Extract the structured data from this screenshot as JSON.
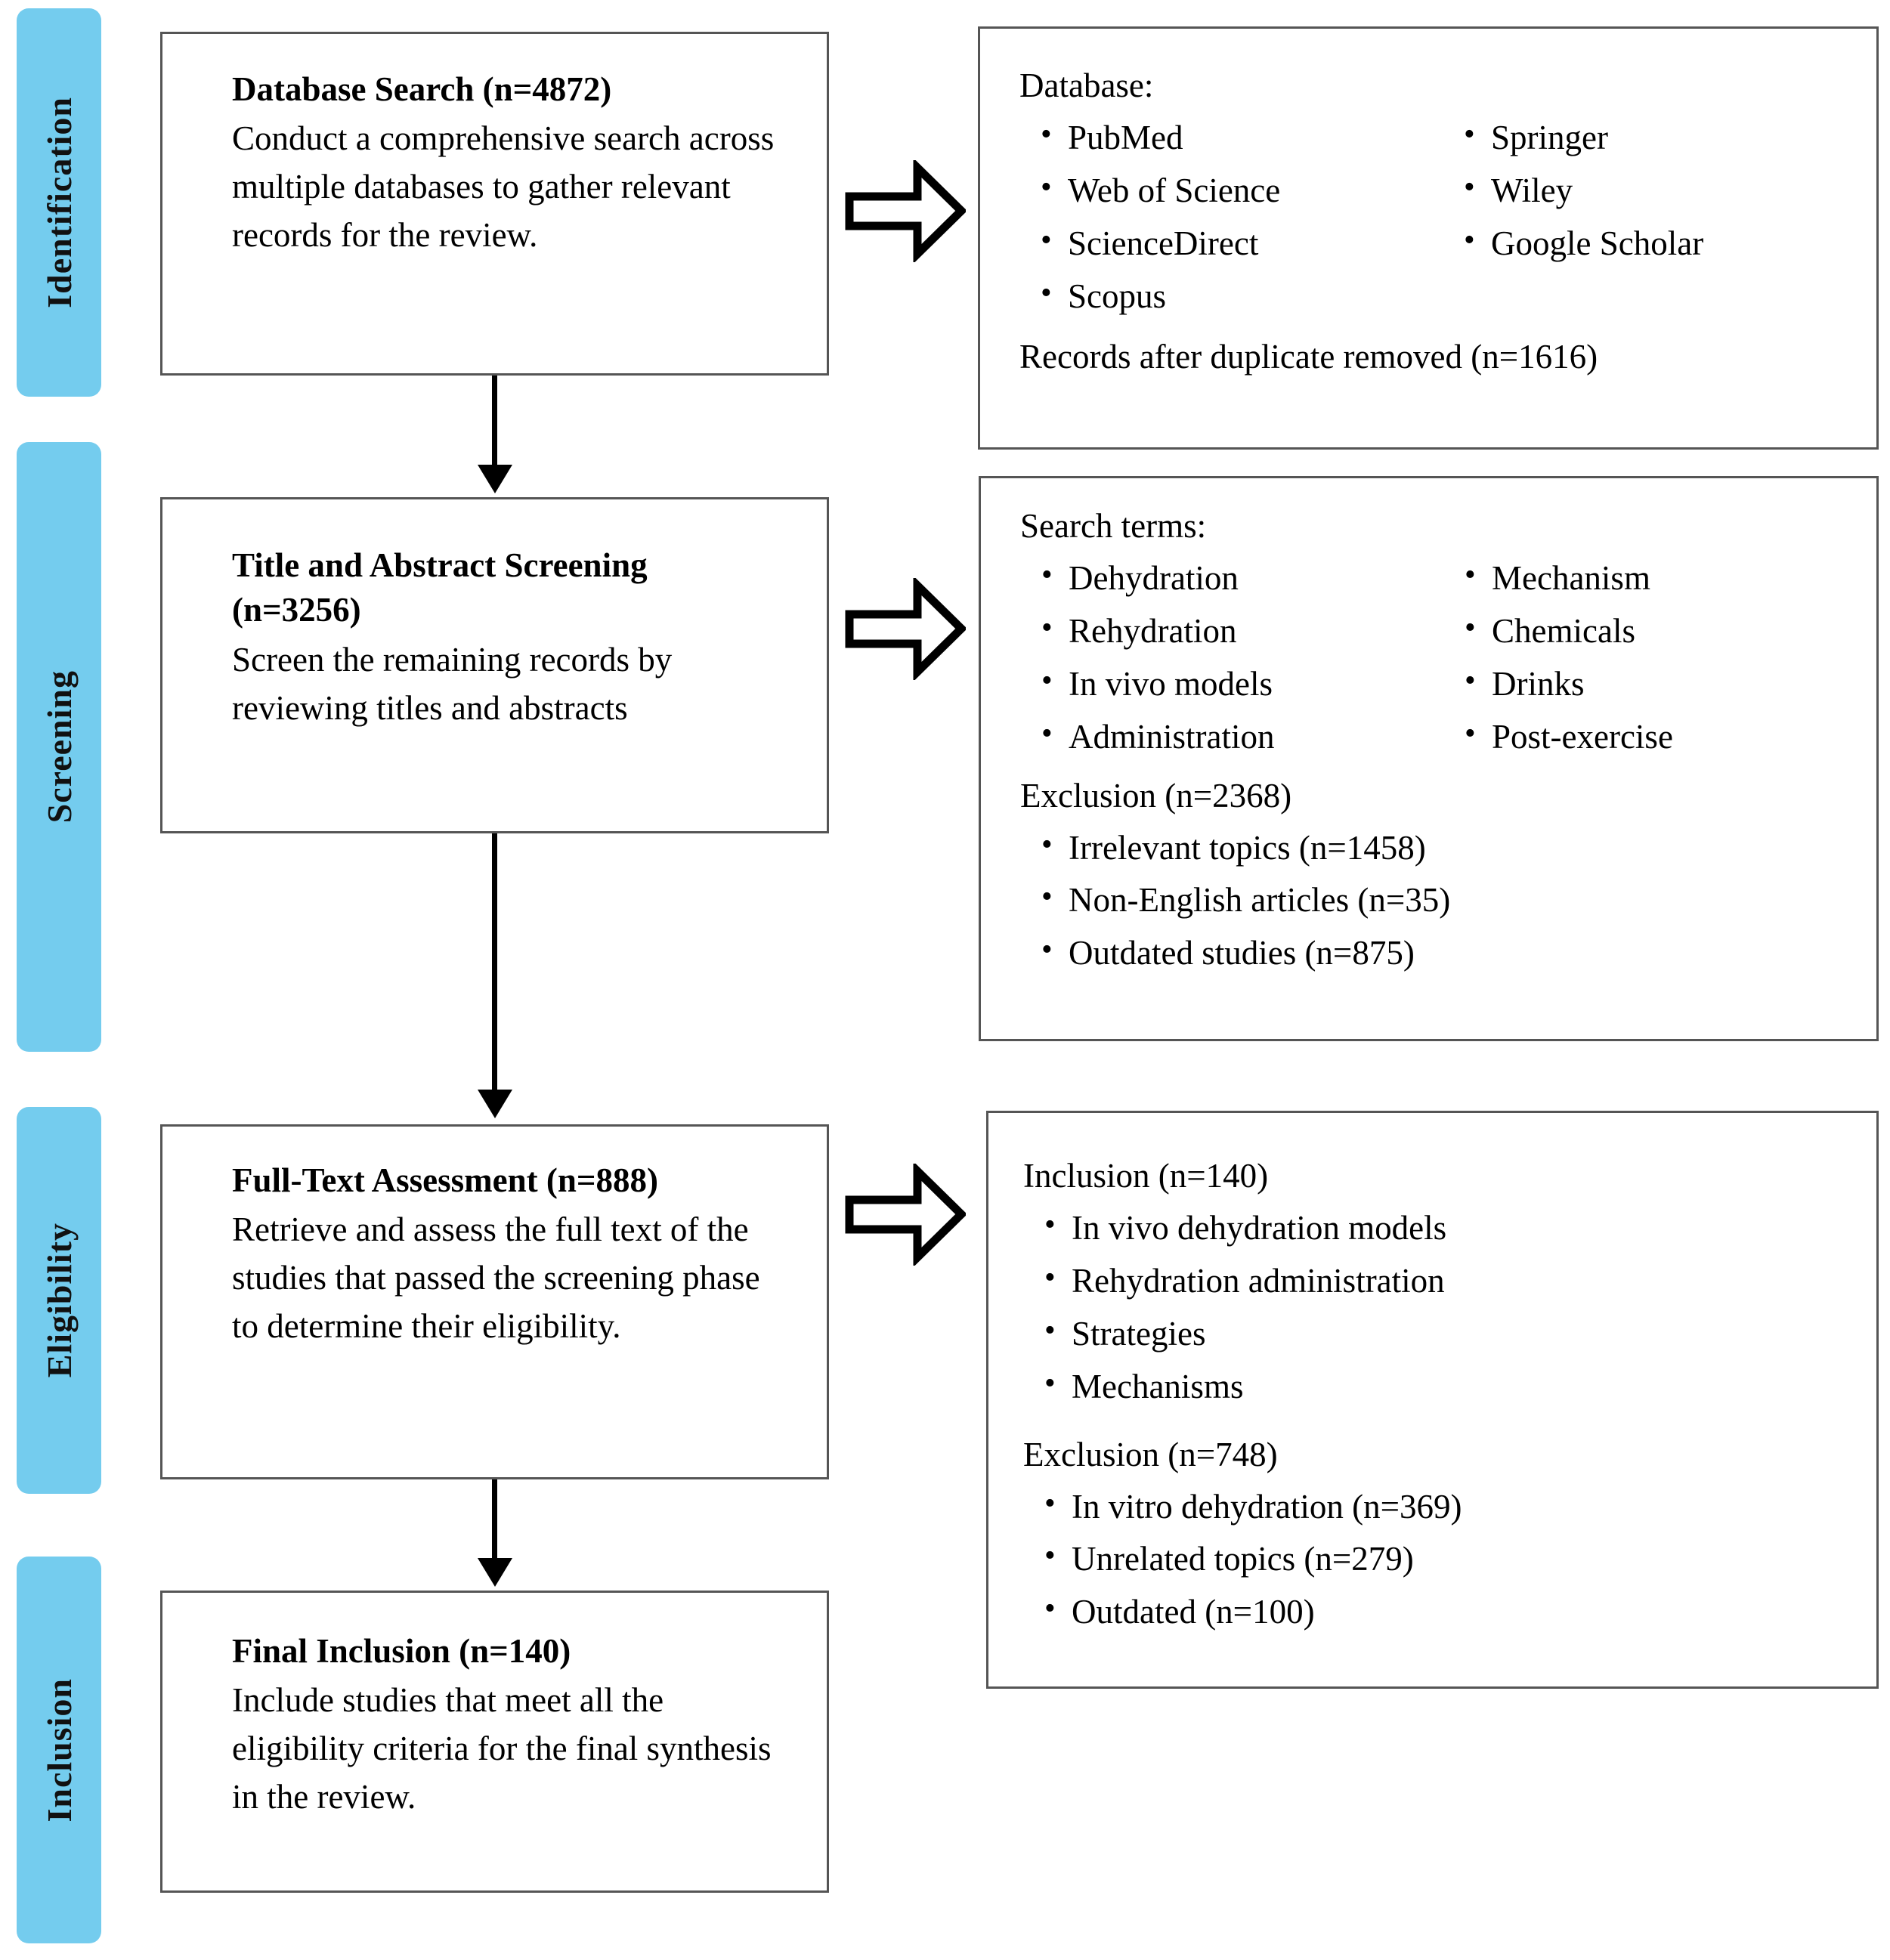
{
  "diagram": {
    "title": "PRISMA study selection flow diagram",
    "accent_color": "#74CCEE",
    "box_border_color": "#555555"
  },
  "stages": [
    {
      "id": "identification",
      "label": "Identification"
    },
    {
      "id": "screening",
      "label": "Screening"
    },
    {
      "id": "eligibility",
      "label": "Eligibility"
    },
    {
      "id": "inclusion",
      "label": "Inclusion"
    }
  ],
  "process_boxes": [
    {
      "id": "database-search",
      "title": "Database Search (n=4872)",
      "body": "Conduct a comprehensive search across multiple databases to gather relevant records for the review."
    },
    {
      "id": "title-abstract-screening",
      "title": "Title and Abstract Screening (n=3256)",
      "body": "Screen the remaining records by reviewing titles and abstracts"
    },
    {
      "id": "full-text-assessment",
      "title": "Full-Text Assessment (n=888)",
      "body": "Retrieve and assess the full text of the studies that passed the screening phase to determine their eligibility."
    },
    {
      "id": "final-inclusion",
      "title": "Final Inclusion (n=140)",
      "body": "Include studies that meet all the eligibility criteria for the final synthesis in the review."
    }
  ],
  "detail_boxes": {
    "identification": {
      "id": "database-detail",
      "heading": "Database:",
      "column_left": [
        "PubMed",
        "Web of Science",
        "ScienceDirect",
        "Scopus"
      ],
      "column_right": [
        "Springer",
        "Wiley",
        "Google Scholar"
      ],
      "footer": "Records after duplicate removed (n=1616)"
    },
    "screening": {
      "id": "search-terms-detail",
      "heading": "Search terms:",
      "column_left": [
        "Dehydration",
        "Rehydration",
        "In vivo models",
        "Administration"
      ],
      "column_right": [
        "Mechanism",
        "Chemicals",
        "Drinks",
        "Post-exercise"
      ],
      "exclusion_heading": "Exclusion (n=2368)",
      "exclusion_items": [
        "Irrelevant topics (n=1458)",
        "Non-English articles (n=35)",
        "Outdated studies (n=875)"
      ]
    },
    "eligibility": {
      "id": "inclusion-exclusion-detail",
      "inclusion_heading": "Inclusion (n=140)",
      "inclusion_items": [
        "In vivo dehydration models",
        "Rehydration administration",
        "Strategies",
        "Mechanisms"
      ],
      "exclusion_heading": "Exclusion (n=748)",
      "exclusion_items": [
        "In vitro dehydration (n=369)",
        "Unrelated topics (n=279)",
        "Outdated (n=100)"
      ]
    }
  },
  "connectors": {
    "down_arrow_1": "arrow-down-icon",
    "down_arrow_2": "arrow-down-icon",
    "down_arrow_3": "arrow-down-icon",
    "right_arrow_1": "block-arrow-right-icon",
    "right_arrow_2": "block-arrow-right-icon",
    "right_arrow_3": "block-arrow-right-icon"
  }
}
